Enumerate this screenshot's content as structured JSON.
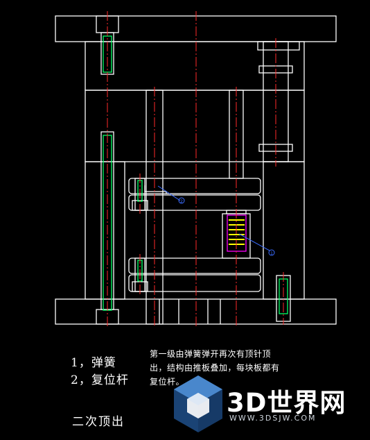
{
  "drawing": {
    "colors": {
      "outline": "#ffffff",
      "centerline": "#ff2a2a",
      "bolt": "#00ff66",
      "callout": "#3a6cff",
      "spring": "#ff00ff",
      "spring_coil": "#ffff00"
    },
    "callouts": [
      "1",
      "2"
    ]
  },
  "legend": {
    "item1": "1，弹簧",
    "item2": "2，复位杆"
  },
  "note": {
    "line1": "第一级由弹簧弹开再次有顶针顶",
    "line2": "出，结构由推板叠加，每块板都有",
    "line3": "复位杆。"
  },
  "caption": "二次顶出",
  "watermark": {
    "name": "3D世界网",
    "url": "WWW.3DSJW.COM"
  }
}
